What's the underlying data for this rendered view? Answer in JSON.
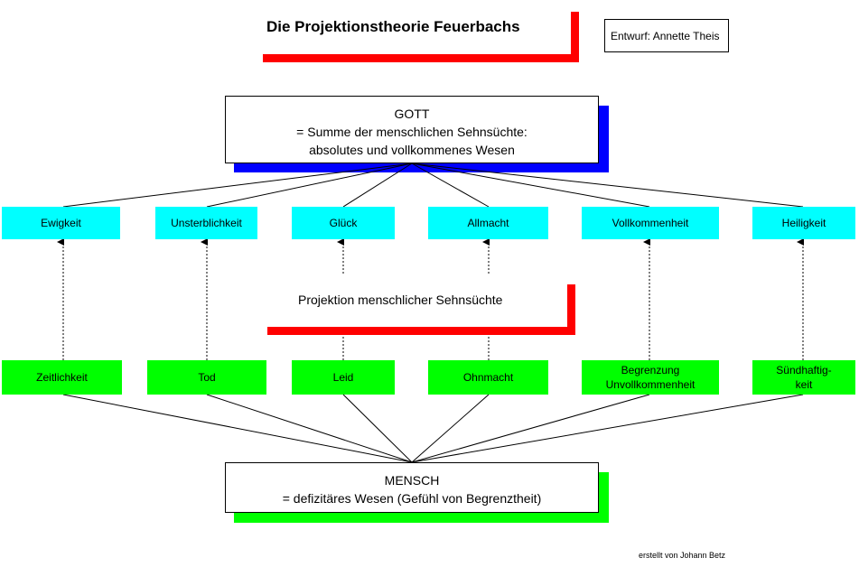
{
  "title": "Die Projektionstheorie Feuerbachs",
  "author": "Entwurf: Annette Theis",
  "god": {
    "heading": "GOTT",
    "line1": "= Summe der menschlichen Sehnsüchte:",
    "line2": "absolutes und vollkommenes Wesen"
  },
  "attributes": [
    "Ewigkeit",
    "Unsterblichkeit",
    "Glück",
    "Allmacht",
    "Vollkommenheit",
    "Heiligkeit"
  ],
  "projection_label": "Projektion menschlicher Sehnsüchte",
  "deficits": [
    {
      "line1": "Zeitlichkeit",
      "line2": ""
    },
    {
      "line1": "Tod",
      "line2": ""
    },
    {
      "line1": "Leid",
      "line2": ""
    },
    {
      "line1": "Ohnmacht",
      "line2": ""
    },
    {
      "line1": "Begrenzung",
      "line2": "Unvollkommenheit"
    },
    {
      "line1": "Sündhaftig-",
      "line2": "keit"
    }
  ],
  "man": {
    "heading": "MENSCH",
    "line1": "= defizitäres Wesen (Gefühl von Begrenztheit)"
  },
  "credit": "erstellt von Johann Betz",
  "colors": {
    "title_accent": "#ff0000",
    "god_shadow": "#0000ff",
    "man_shadow": "#00ff00",
    "attribute_fill": "#00ffff",
    "deficit_fill": "#00ff00",
    "projection_accent": "#ff0000"
  }
}
